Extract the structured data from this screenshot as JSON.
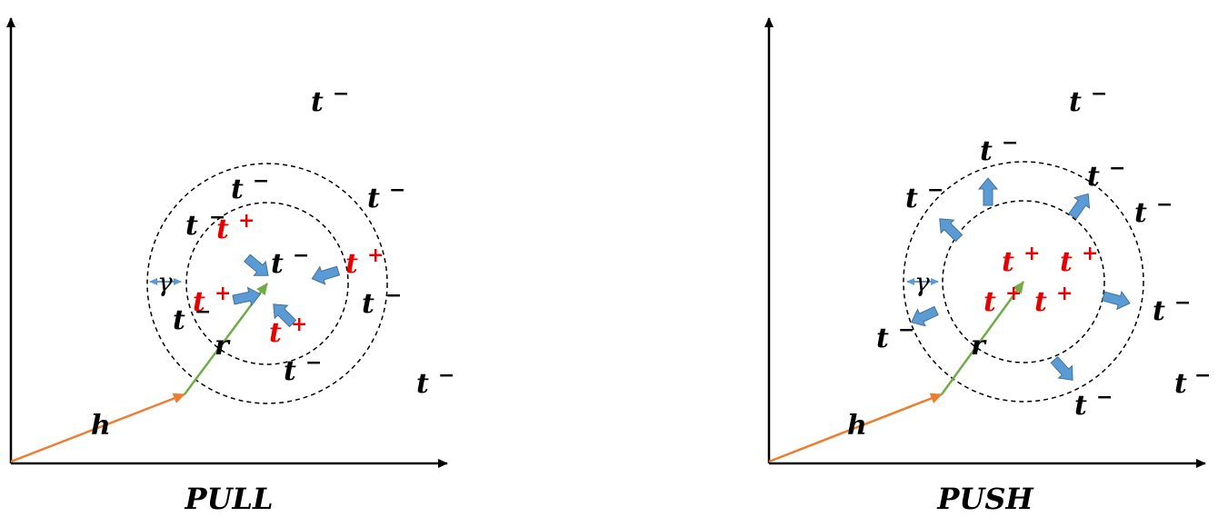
{
  "colors": {
    "axis": "#000000",
    "h_vector": "#ed7d31",
    "r_vector": "#70ad47",
    "push_pull_arrow": "#5b9bd5",
    "gamma_arrow": "#5b9bd5",
    "negative": "#000000",
    "positive": "#e60000"
  },
  "symbols": {
    "t": "t",
    "plus": "+",
    "minus": "−",
    "h": "h",
    "r": "r",
    "gamma": "γ"
  },
  "panels": [
    {
      "caption": "PULL"
    },
    {
      "caption": "PUSH"
    }
  ]
}
